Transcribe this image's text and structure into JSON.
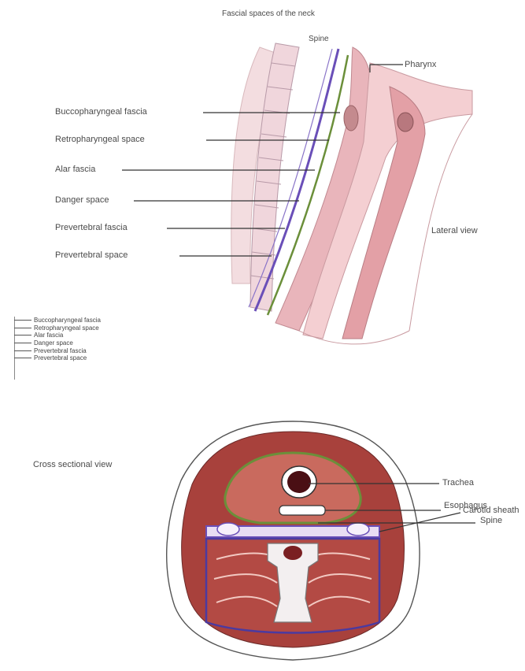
{
  "title": "Fascial spaces of the neck",
  "lateral": {
    "spine_label": "Spine",
    "pharynx_label": "Pharynx",
    "view_label": "Lateral view",
    "labels": [
      "Buccopharyngeal fascia",
      "Retropharyngeal space",
      "Alar fascia",
      "Danger space",
      "Prevertebral fascia",
      "Prevertebral space"
    ]
  },
  "legend": [
    "Buccopharyngeal fascia",
    "Retropharyngeal space",
    "Alar fascia",
    "Danger space",
    "Prevertebral fascia",
    "Prevertebral space"
  ],
  "cross": {
    "view_label": "Cross sectional view",
    "trachea": "Trachea",
    "esophagus": "Esophagus",
    "carotid": "Carotid sheath",
    "spine": "Spine"
  },
  "colors": {
    "muscle": "#a8413c",
    "muscle_light": "#c96a5e",
    "skin": "#f2d4d0",
    "fascia_purple": "#6a4fb8",
    "fascia_green": "#6b8f3a",
    "outline": "#7a5a6a"
  }
}
